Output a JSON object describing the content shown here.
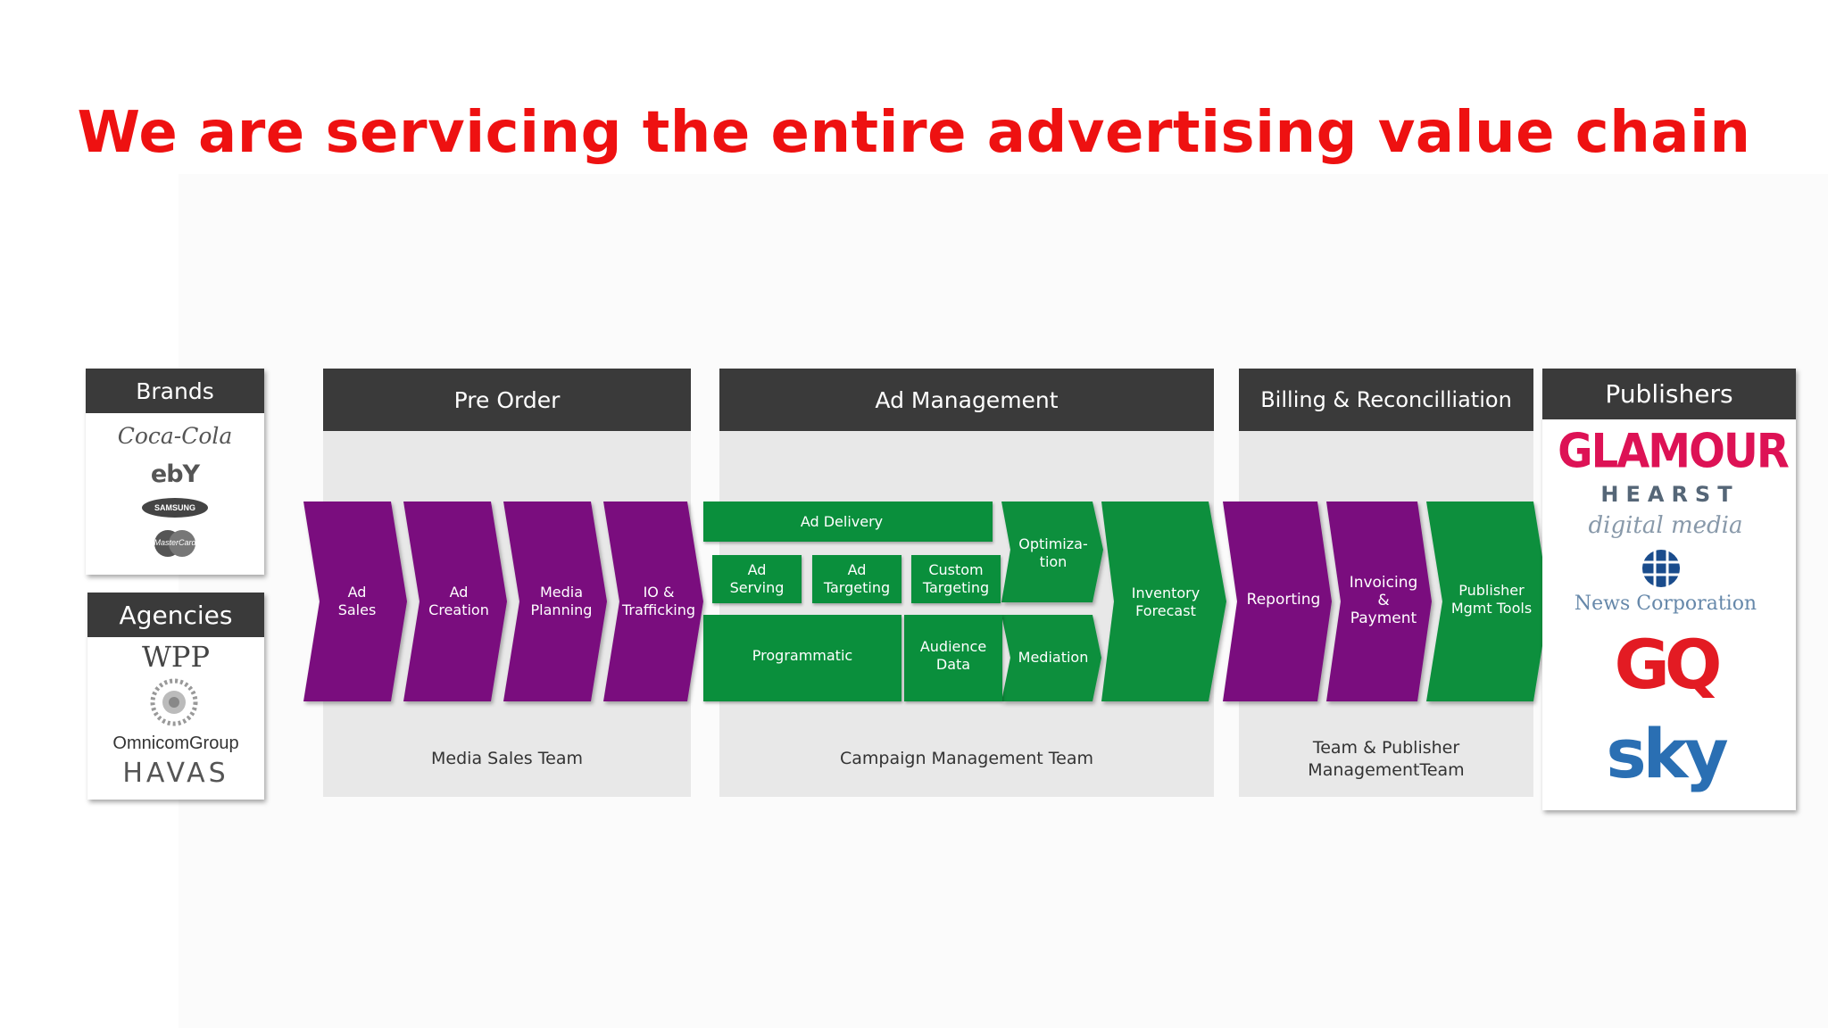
{
  "title": "We are servicing the entire advertising value chain",
  "colors": {
    "title": "#ee1111",
    "purple": "#7a0f7e",
    "green": "#0a8f3c",
    "header": "#3a3a3a"
  },
  "brands": {
    "header": "Brands",
    "logos": [
      "Coca-Cola",
      "ebY",
      "SAMSUNG",
      "MasterCard"
    ]
  },
  "agencies": {
    "header": "Agencies",
    "logos": [
      "WPP",
      "OmnicomGroup",
      "HAVAS"
    ]
  },
  "pre_order": {
    "header": "Pre Order",
    "team": "Media Sales Team",
    "steps": [
      {
        "line1": "Ad",
        "line2": "Sales"
      },
      {
        "line1": "Ad",
        "line2": "Creation"
      },
      {
        "line1": "Media",
        "line2": "Planning"
      },
      {
        "line1": "IO &",
        "line2": "Trafficking"
      }
    ]
  },
  "ad_management": {
    "header": "Ad Management",
    "team": "Campaign Management Team",
    "ad_delivery": "Ad Delivery",
    "ad_serving": {
      "line1": "Ad",
      "line2": "Serving"
    },
    "ad_targeting": {
      "line1": "Ad",
      "line2": "Targeting"
    },
    "custom_targeting": {
      "line1": "Custom",
      "line2": "Targeting"
    },
    "optimization": {
      "line1": "Optimiza-",
      "line2": "tion"
    },
    "programmatic": "Programmatic",
    "audience_data": {
      "line1": "Audience",
      "line2": "Data"
    },
    "mediation": "Mediation",
    "inventory_forecast": {
      "line1": "Inventory",
      "line2": "Forecast"
    }
  },
  "billing": {
    "header": "Billing & Reconcilliation",
    "team_line1": "Team & Publisher",
    "team_line2": "ManagementTeam",
    "reporting": "Reporting",
    "invoicing": {
      "line1": "Invoicing",
      "line2": "&",
      "line3": "Payment"
    },
    "publisher_tools": {
      "line1": "Publisher",
      "line2": "Mgmt Tools"
    }
  },
  "publishers": {
    "header": "Publishers",
    "logos": [
      "GLAMOUR",
      "HEARST",
      "digital media",
      "News Corporation",
      "GQ",
      "sky"
    ]
  }
}
